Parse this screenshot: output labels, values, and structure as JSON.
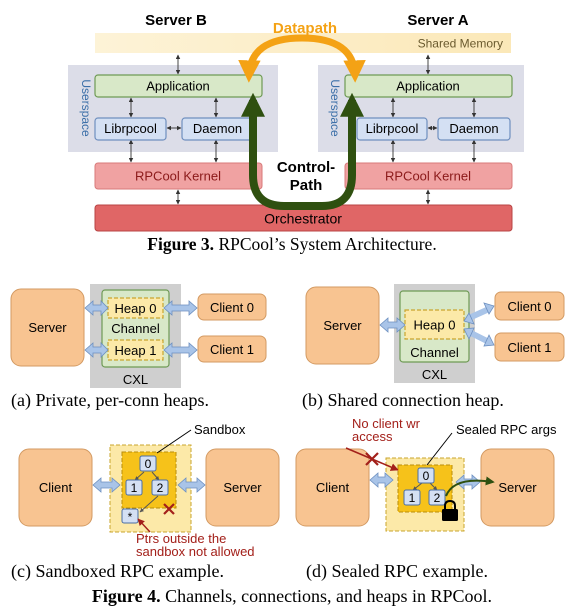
{
  "figure3": {
    "server_b": "Server B",
    "server_a": "Server A",
    "datapath": "Datapath",
    "shared_memory": "Shared Memory",
    "userspace": "Userspace",
    "application": "Application",
    "librpcool": "Librpcool",
    "daemon": "Daemon",
    "kernel": "RPCool Kernel",
    "control_path_line1": "Control-",
    "control_path_line2": "Path",
    "orchestrator": "Orchestrator",
    "caption_prefix": "Figure 3.",
    "caption_text": "RPCool’s System Architecture."
  },
  "figure4": {
    "panel_a": {
      "server": "Server",
      "heap0": "Heap 0",
      "channel": "Channel",
      "heap1": "Heap 1",
      "client0": "Client 0",
      "client1": "Client 1",
      "cxl": "CXL",
      "caption": "(a) Private, per-conn heaps."
    },
    "panel_b": {
      "server": "Server",
      "heap0": "Heap 0",
      "channel": "Channel",
      "client0": "Client 0",
      "client1": "Client 1",
      "cxl": "CXL",
      "caption": "(b) Shared connection heap."
    },
    "panel_c": {
      "client": "Client",
      "server": "Server",
      "sandbox": "Sandbox",
      "node0": "0",
      "node1": "1",
      "node2": "2",
      "node_star": "*",
      "ptr_note_line1": "Ptrs outside the",
      "ptr_note_line2": "sandbox not allowed",
      "caption": "(c) Sandboxed RPC example."
    },
    "panel_d": {
      "client": "Client",
      "server": "Server",
      "node0": "0",
      "node1": "1",
      "node2": "2",
      "no_write_line1": "No client wr",
      "no_write_line2": "access",
      "sealed": "Sealed RPC args",
      "caption": "(d) Sealed RPC example."
    },
    "caption_prefix": "Figure 4.",
    "caption_text": "Channels, connections, and heaps in RPCool."
  },
  "colors": {
    "app_green": "#d8e8c8",
    "app_border": "#6e9a55",
    "lib_blue": "#d4e0f3",
    "lib_border": "#6f8fbf",
    "kernel_pink": "#f0a2a2",
    "orchestrator_red": "#e06666",
    "shared_memory": "#fdf0cf",
    "userspace_bg": "#dcdde8",
    "datapath_orange": "#f4a215",
    "control_green": "#2f5010",
    "box_orange": "#f8c491",
    "heap_yellow": "#fce9a8",
    "sandbox_yellow": "#f6c21a",
    "cxl_gray": "#cfcfcf",
    "arrow_blue": "#a9c4e8",
    "annotation_red": "#a3201a"
  },
  "icons": [
    "lock-icon",
    "cross-icon"
  ]
}
